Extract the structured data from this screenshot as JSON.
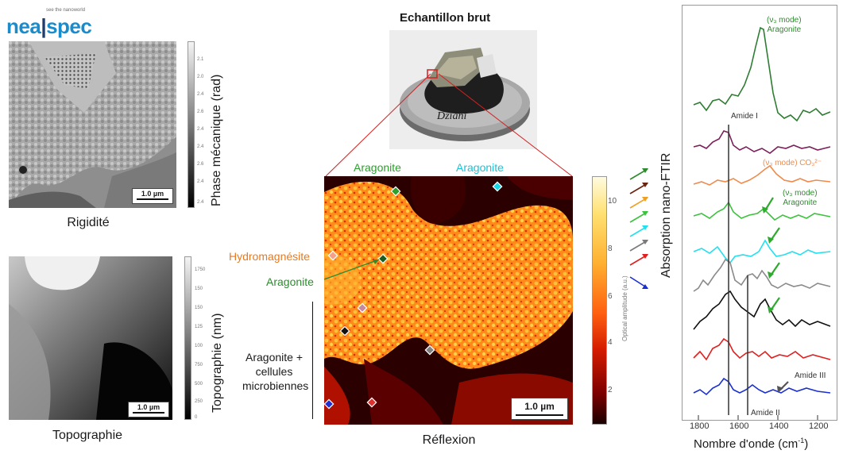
{
  "logo": {
    "brand_part1": "nea",
    "brand_part2": "spec",
    "tagline": "see the nanoworld"
  },
  "panels": {
    "rigidity": {
      "caption": "Rigidité",
      "colorbar_label": "Phase mécanique (rad)",
      "colorbar_ticks": [
        "2.1",
        "2.0",
        "2.4",
        "2.6",
        "2.4",
        "2.4",
        "2.6",
        "2.4",
        "2.4"
      ],
      "scalebar": "1.0 µm"
    },
    "topography": {
      "caption": "Topographie",
      "colorbar_label": "Topographie (nm)",
      "colorbar_ticks": [
        "1750",
        "150",
        "150",
        "125",
        "100",
        "750",
        "500",
        "250",
        "0"
      ],
      "scalebar": "1.0 µm"
    },
    "sample": {
      "title": "Echantillon brut",
      "handwriting": "Dziani"
    },
    "reflection": {
      "caption": "Réflexion",
      "colorbar_label": "Optical amplitude (a.u.)",
      "colorbar_ticks": [
        "10",
        "8",
        "6",
        "4",
        "2"
      ],
      "scalebar": "1.0 µm",
      "labels": {
        "aragonite_top_left": "Aragonite",
        "aragonite_top_right": "Aragonite",
        "hydromagnesite": "Hydromagnésite",
        "aragonite_left": "Aragonite",
        "aragonite_cells_line1": "Aragonite +",
        "aragonite_cells_line2": "cellules",
        "aragonite_cells_line3": "microbiennes"
      },
      "marker_colors": [
        "#2ca02c",
        "#19d8e8",
        "#f5a08a",
        "#1b5e20",
        "#c48aa0",
        "#111111",
        "#808080",
        "#2030d0",
        "#e03030"
      ]
    },
    "spectra": {
      "ylabel": "Absorption nano-FTIR",
      "xlabel_main": "Nombre d'onde (cm",
      "xlabel_sup": "-1",
      "xlabel_end": ")",
      "x_ticks": [
        "1800",
        "1600",
        "1400",
        "1200"
      ],
      "annotations": {
        "v3_aragonite_top_1": "(ν₃ mode)",
        "v3_aragonite_top_2": "Aragonite",
        "amide1": "Amide I",
        "v3_co3": "(ν₃ mode) CO₃²⁻",
        "v3_aragonite_mid_1": "(ν₃ mode)",
        "v3_aragonite_mid_2": "Aragonite",
        "amide3": "Amide III",
        "amide2": "Amide II"
      },
      "series_colors": [
        "#2e7d32",
        "#7b1f5a",
        "#f08a4b",
        "#3cc23c",
        "#22e0f0",
        "#8a8a8a",
        "#111111",
        "#e02020",
        "#1a2fd0"
      ],
      "legend_arrow_colors": [
        "#2e8b2e",
        "#6b2410",
        "#f0a020",
        "#3cc23c",
        "#22e0f0",
        "#7a7a7a",
        "#e02020",
        "#1a2fd0"
      ]
    }
  }
}
